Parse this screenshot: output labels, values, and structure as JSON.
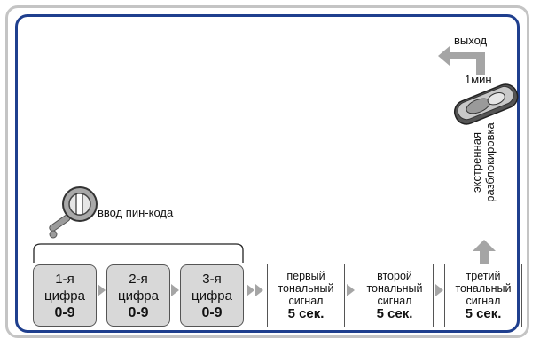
{
  "pin_entry": {
    "label": "ввод пин-кода"
  },
  "digits": [
    {
      "ordinal": "1-я",
      "word": "цифра",
      "range": "0-9"
    },
    {
      "ordinal": "2-я",
      "word": "цифра",
      "range": "0-9"
    },
    {
      "ordinal": "3-я",
      "word": "цифра",
      "range": "0-9"
    }
  ],
  "tones": [
    {
      "line1": "первый",
      "line2": "тональный",
      "line3": "сигнал",
      "time": "5 сек."
    },
    {
      "line1": "второй",
      "line2": "тональный",
      "line3": "сигнал",
      "time": "5 сек."
    },
    {
      "line1": "третий",
      "line2": "тональный",
      "line3": "сигнал",
      "time": "5 сек."
    }
  ],
  "unlock": {
    "line1": "экстренная",
    "line2": "разблокировка"
  },
  "duration": "1мин",
  "exit": "выход",
  "colors": {
    "frame": "#1f3f8e",
    "outer_frame": "#c4c4c4",
    "box": "#d8d8d8",
    "arrow": "#a5a5a5"
  }
}
